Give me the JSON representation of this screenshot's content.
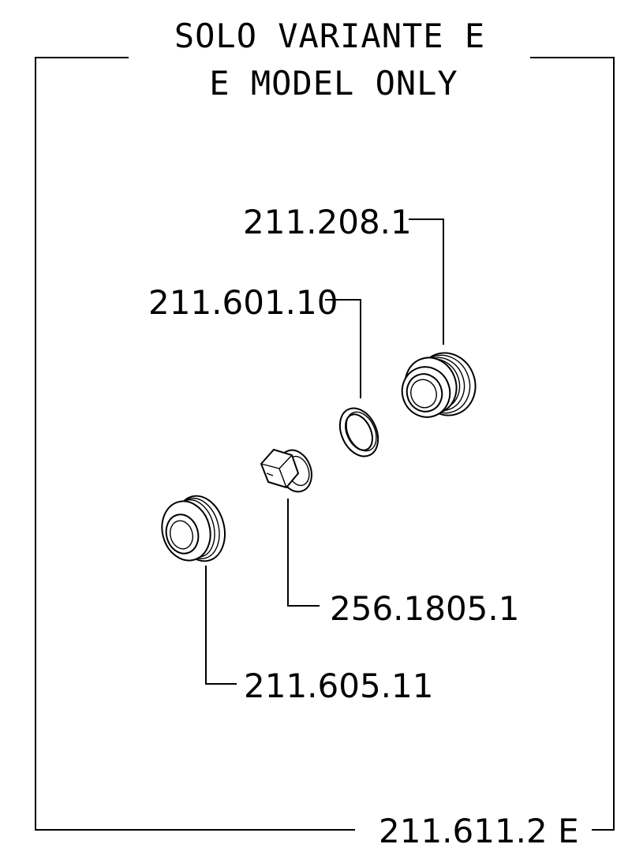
{
  "title": {
    "line1": "SOLO VARIANTE E",
    "line2": "E MODEL ONLY"
  },
  "callouts": [
    {
      "id": "cap-nut",
      "label": "211.208.1"
    },
    {
      "id": "washer",
      "label": "211.601.10"
    },
    {
      "id": "insert",
      "label": "256.1805.1"
    },
    {
      "id": "ring-nut",
      "label": "211.605.11"
    }
  ],
  "assembly_code": "211.611.2 E",
  "colors": {
    "ink": "#000000",
    "paper": "#ffffff"
  }
}
